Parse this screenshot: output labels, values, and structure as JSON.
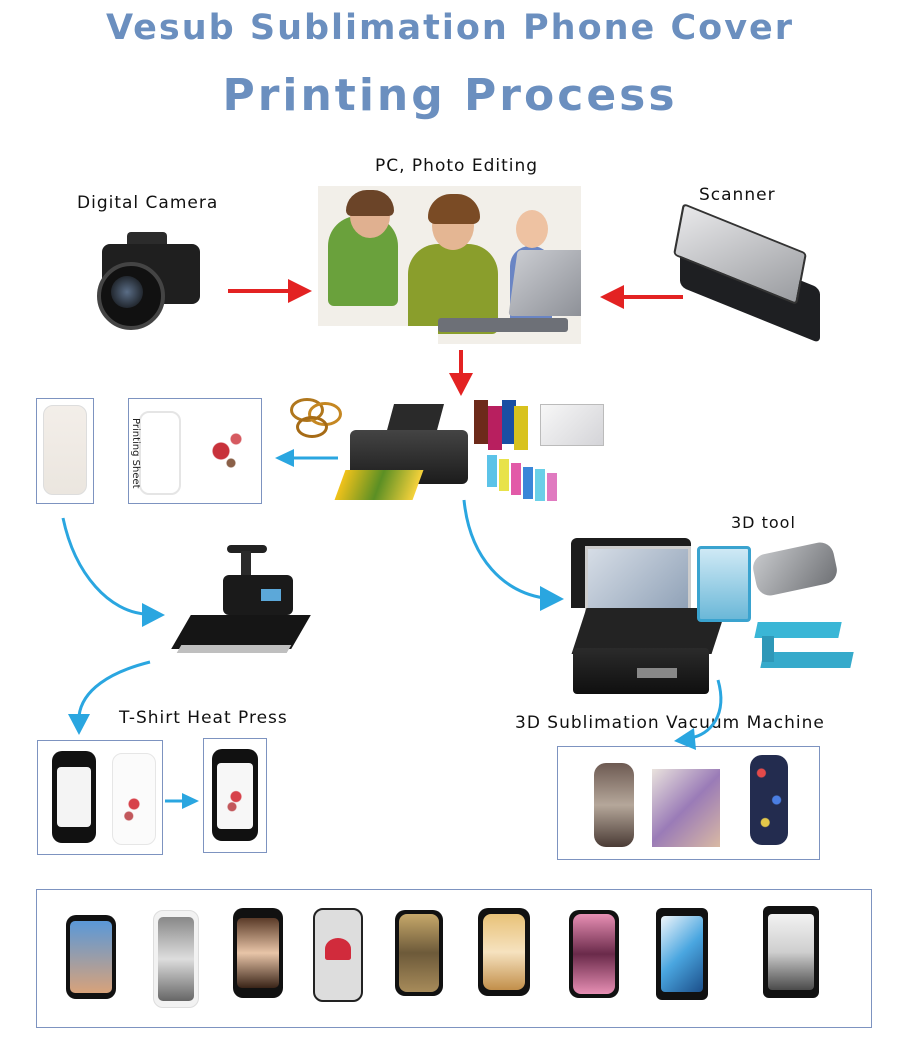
{
  "title": {
    "line1": "Vesub Sublimation Phone Cover",
    "line2": "Printing Process"
  },
  "labels": {
    "pc": "PC, Photo Editing",
    "camera": "Digital Camera",
    "scanner": "Scanner",
    "printing_sheet": "Printing Sheet",
    "tool3d": "3D tool",
    "heat_press": "T-Shirt Heat Press",
    "vacuum": "3D Sublimation Vacuum Machine"
  },
  "colors": {
    "title": "#6b8fbf",
    "red_arrow": "#e32222",
    "blue_arrow": "#2aa6e0",
    "box_border": "#7d93c0"
  }
}
